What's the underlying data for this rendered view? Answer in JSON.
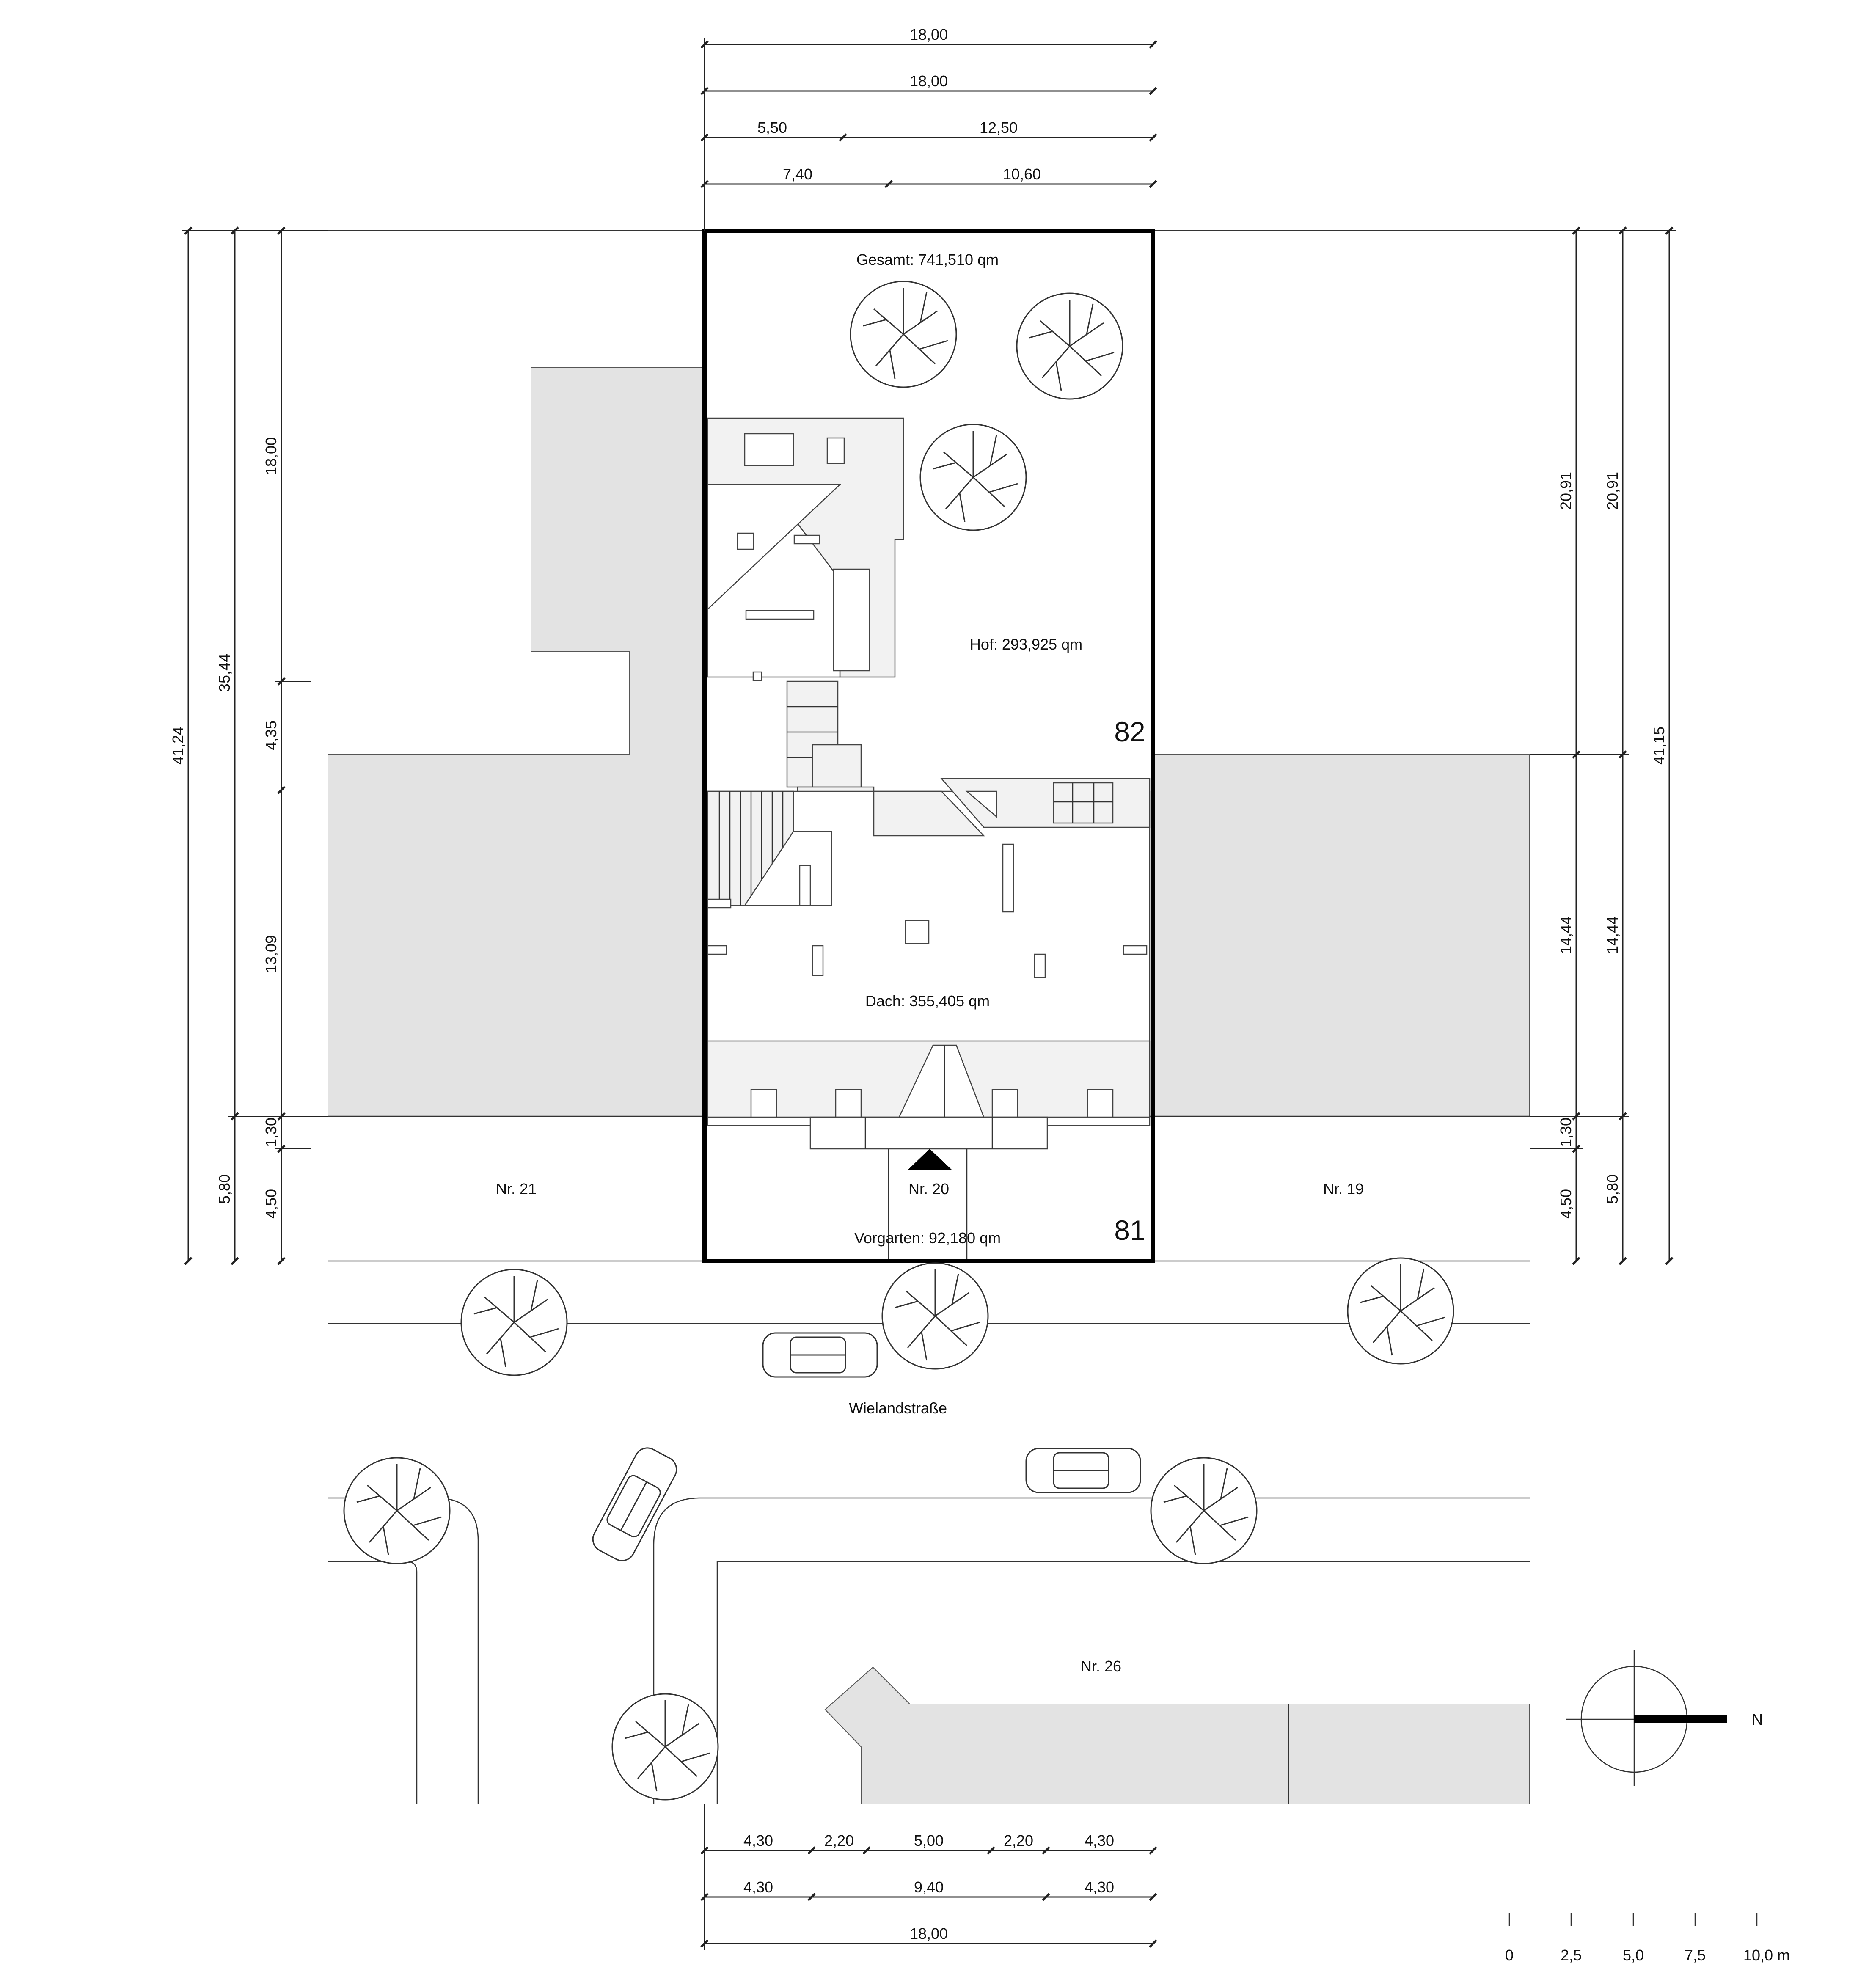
{
  "plot": {
    "total_area": "Gesamt: 741,510 qm",
    "courtyard_area": "Hof: 293,925 qm",
    "roof_area": "Dach: 355,405 qm",
    "front_garden_area": "Vorgarten: 92,180 qm",
    "parcel_rear": "82",
    "parcel_front": "81"
  },
  "neighbours": {
    "left": "Nr. 21",
    "center": "Nr. 20",
    "right": "Nr. 19",
    "opposite": "Nr. 26"
  },
  "street": {
    "name": "Wielandstraße"
  },
  "north": {
    "label": "N"
  },
  "dimensions": {
    "top": [
      "18,00",
      "18,00",
      "5,50",
      "12,50",
      "7,40",
      "10,60"
    ],
    "left_outer": "41,24",
    "left_mid": [
      "35,44",
      "5,80"
    ],
    "left_inner": [
      "18,00",
      "4,35",
      "13,09",
      "1,30",
      "4,50"
    ],
    "right_inner": [
      "20,91",
      "14,44",
      "1,30",
      "4,50"
    ],
    "right_mid": [
      "20,91",
      "14,44",
      "5,80"
    ],
    "right_outer": "41,15",
    "bottom_row1": [
      "4,30",
      "2,20",
      "5,00",
      "2,20",
      "4,30"
    ],
    "bottom_row2": [
      "4,30",
      "9,40",
      "4,30"
    ],
    "bottom_row3": "18,00"
  },
  "scale_bar": [
    "0",
    "2,5",
    "5,0",
    "7,5",
    "10,0 m"
  ]
}
